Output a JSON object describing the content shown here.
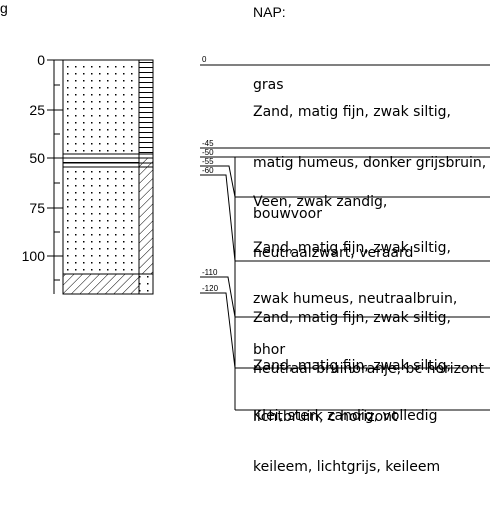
{
  "header": {
    "nap_label": "NAP:",
    "edge_mark": "g"
  },
  "ticks": [
    "0",
    "25",
    "50",
    "75",
    "100"
  ],
  "boundaries": [
    "0",
    "-45",
    "-50",
    "-55",
    "-60",
    "-110",
    "-120"
  ],
  "layers": [
    {
      "name": "gras",
      "lines": [
        "gras"
      ]
    },
    {
      "name": "bouwvoor",
      "lines": [
        "Zand, matig fijn, zwak siltig,",
        "matig humeus, donker grijsbruin,",
        "bouwvoor"
      ]
    },
    {
      "name": "veen",
      "lines": [
        "Veen, zwak zandig,",
        "neutraalzwart, veraard"
      ]
    },
    {
      "name": "bhor",
      "lines": [
        "Zand, matig fijn, zwak siltig,",
        "zwak humeus, neutraalbruin,",
        "bhor"
      ]
    },
    {
      "name": "bc-horizont",
      "lines": [
        "Zand, matig fijn, zwak siltig,",
        "neutraal bruinoranje, bc horizont"
      ]
    },
    {
      "name": "c-horizont",
      "lines": [
        "Zand, matig fijn, zwak siltig,",
        "lichtbruin, c horizont"
      ]
    },
    {
      "name": "keileem",
      "lines": [
        "Klei, sterk zandig, volledig",
        "keileem, lichtgrijs, keileem"
      ]
    }
  ]
}
